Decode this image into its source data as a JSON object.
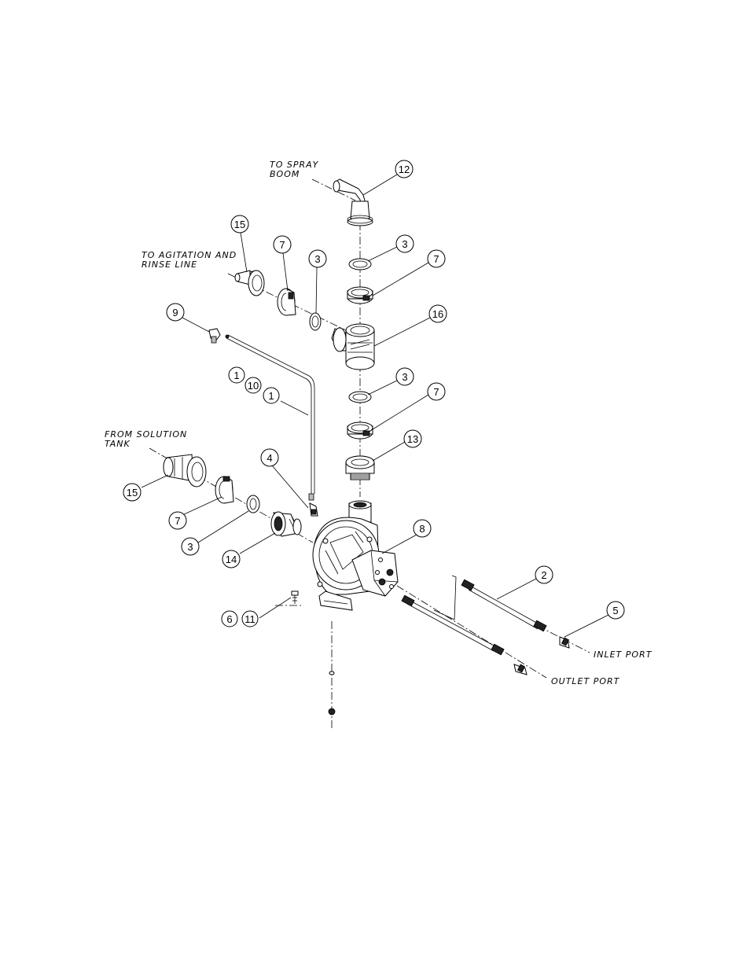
{
  "labels": {
    "to_spray_boom_1": "TO SPRAY",
    "to_spray_boom_2": "BOOM",
    "agitation_1": "TO AGITATION AND",
    "agitation_2": "RINSE LINE",
    "solution_1": "FROM SOLUTION",
    "solution_2": "TANK",
    "inlet_port": "INLET PORT",
    "outlet_port": "OUTLET PORT"
  },
  "callouts": {
    "c12": "12",
    "c15_top": "15",
    "c7_a": "7",
    "c3_a": "3",
    "c3_b": "3",
    "c7_b": "7",
    "c9": "9",
    "c16": "16",
    "c1_a": "1",
    "c10": "10",
    "c1_b": "1",
    "c3_c": "3",
    "c7_c": "7",
    "c13": "13",
    "c4": "4",
    "c15_left": "15",
    "c7_d": "7",
    "c3_d": "3",
    "c14": "14",
    "c8": "8",
    "c2": "2",
    "c5": "5",
    "c6": "6",
    "c11": "11"
  }
}
